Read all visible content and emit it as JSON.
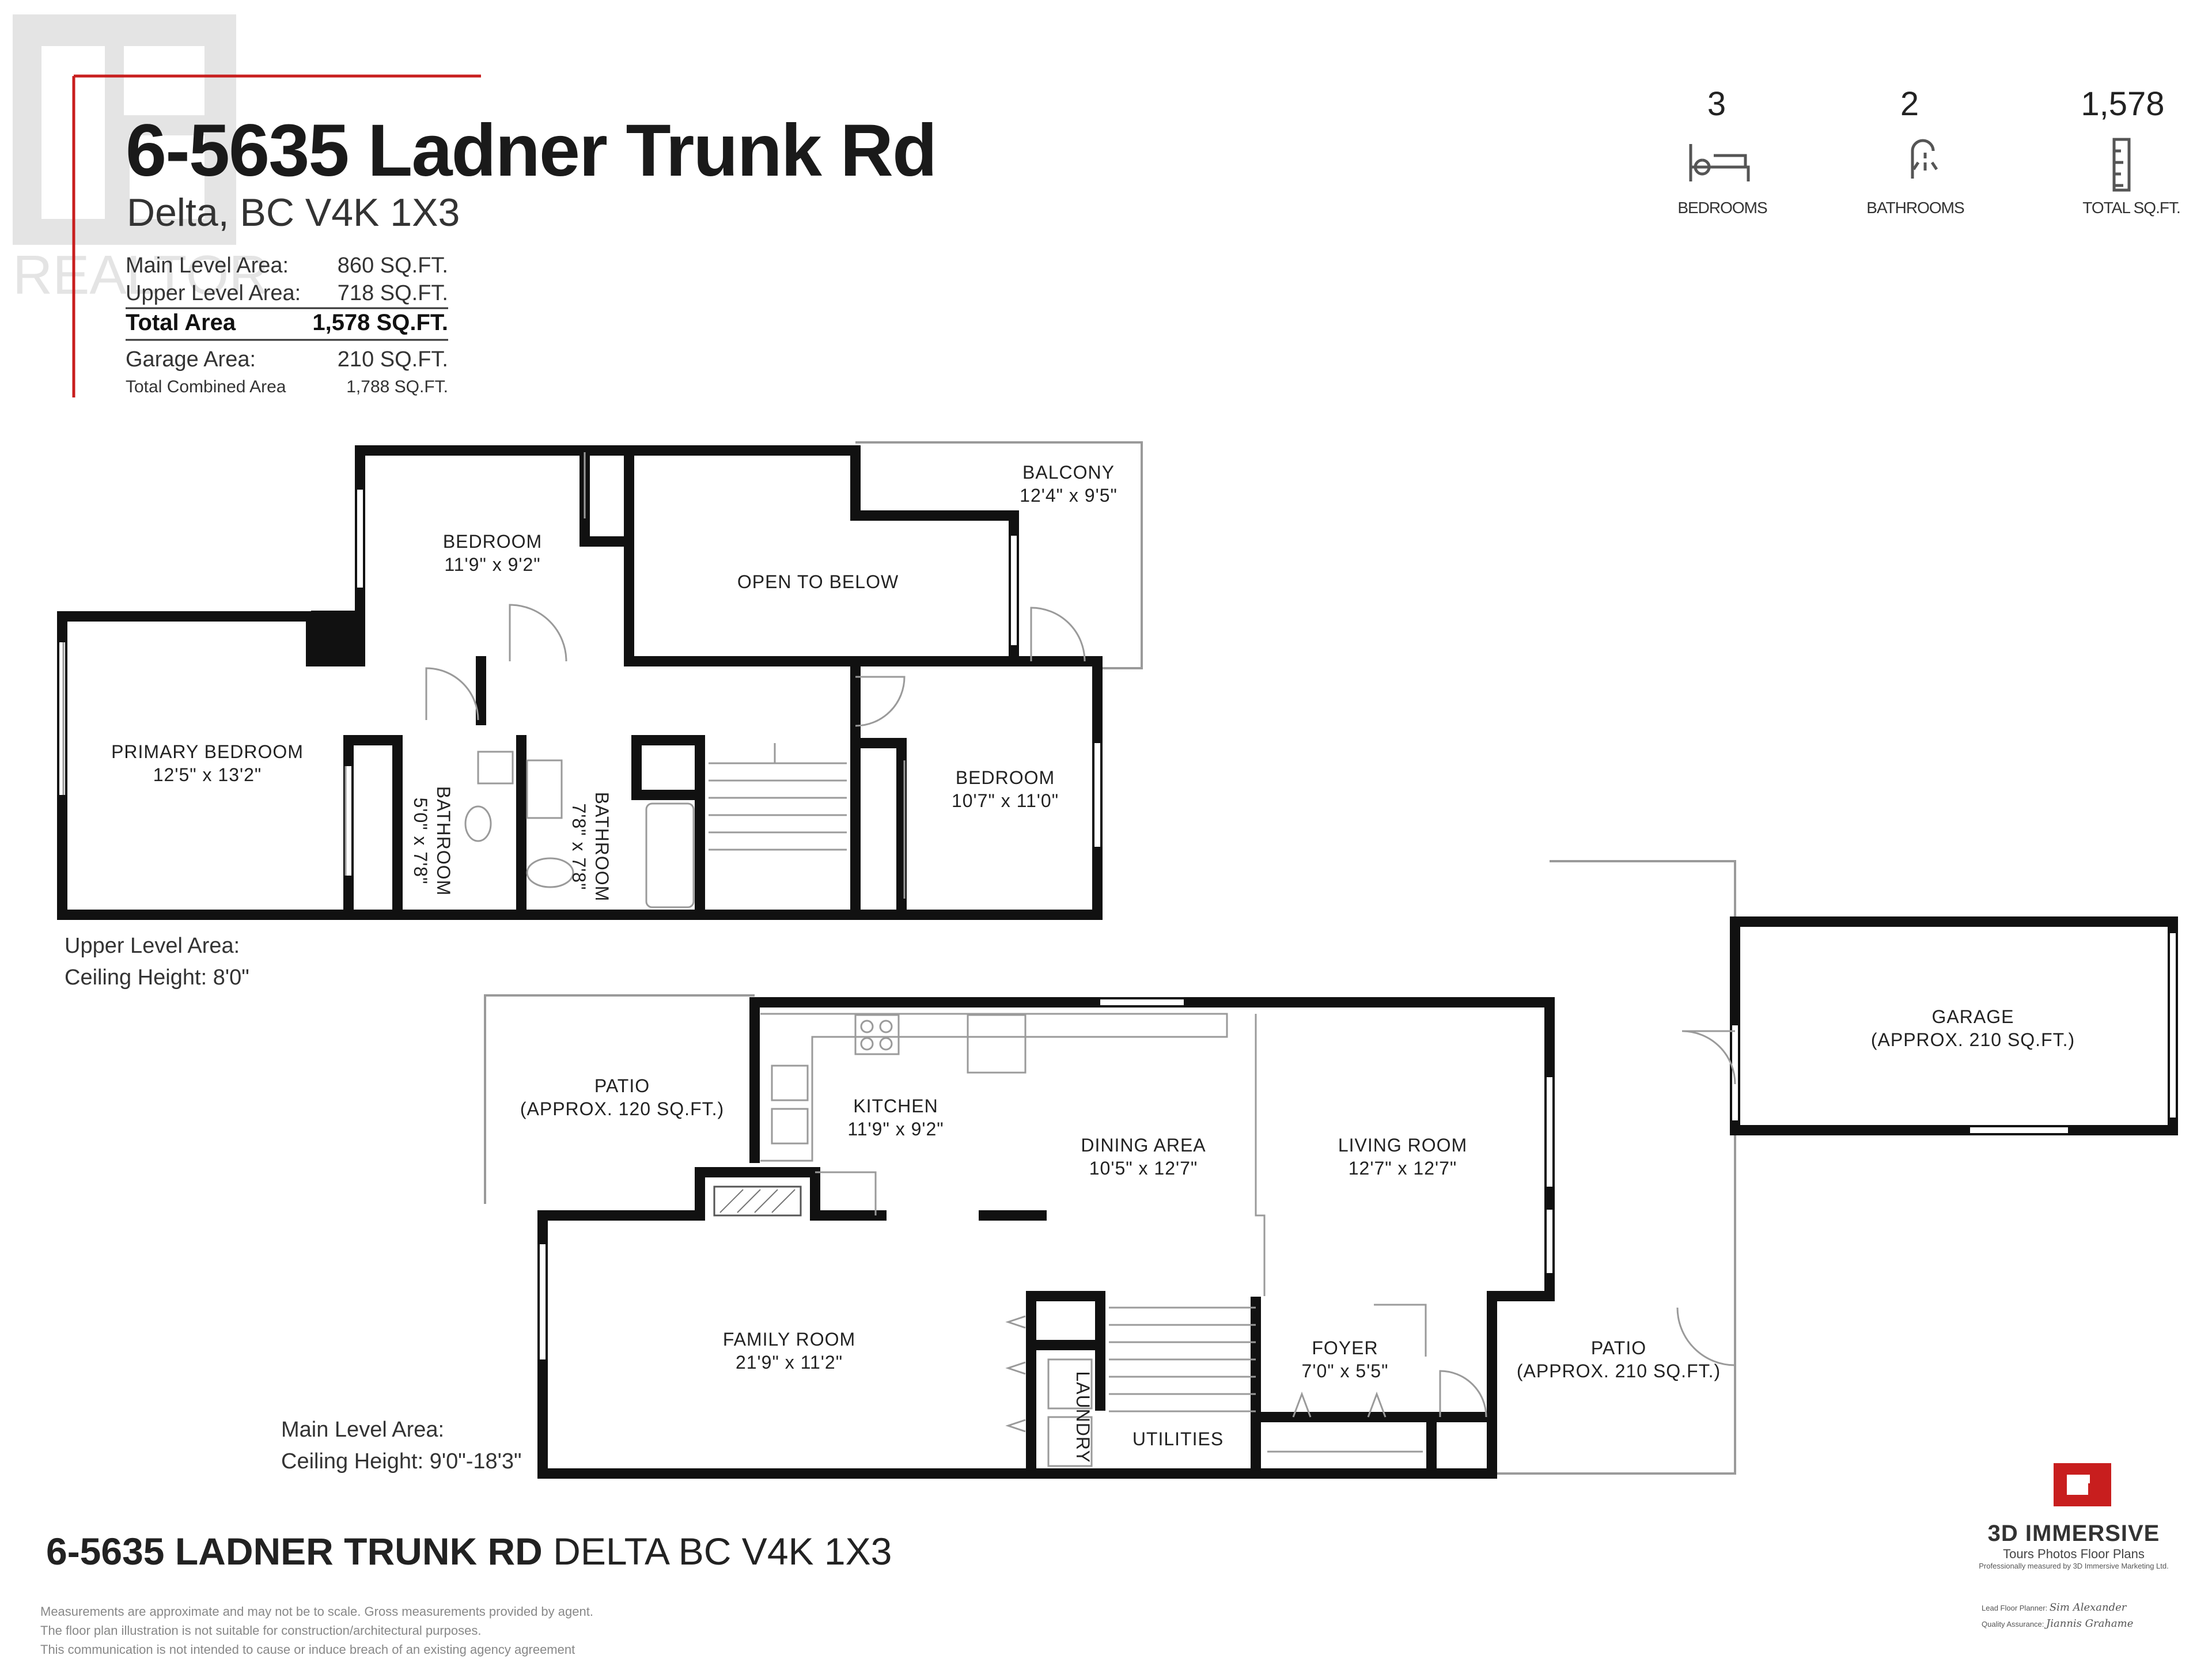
{
  "watermark": {
    "text": "REALTOR"
  },
  "header": {
    "title": "6-5635 Ladner Trunk Rd",
    "subtitle": "Delta, BC V4K 1X3",
    "areas": [
      {
        "label": "Main Level Area:",
        "value": "860 SQ.FT."
      },
      {
        "label": "Upper Level Area:",
        "value": "718 SQ.FT."
      },
      {
        "label": "Total Area",
        "value": "1,578 SQ.FT."
      },
      {
        "label": "Garage Area:",
        "value": "210 SQ.FT."
      },
      {
        "label": "Total Combined Area",
        "value": "1,788 SQ.FT."
      }
    ]
  },
  "stats": [
    {
      "value": "3",
      "label": "BEDROOMS",
      "icon": "bed-icon"
    },
    {
      "value": "2",
      "label": "BATHROOMS",
      "icon": "shower-icon"
    },
    {
      "value": "1,578",
      "label": "TOTAL SQ.FT.",
      "icon": "ruler-icon"
    }
  ],
  "upper_level": {
    "rooms": {
      "balcony": {
        "name": "BALCONY",
        "dims": "12'4\" x 9'5\""
      },
      "bedroom_a": {
        "name": "BEDROOM",
        "dims": "11'9\" x 9'2\""
      },
      "open_to_below": {
        "name": "OPEN TO BELOW"
      },
      "primary_bedroom": {
        "name": "PRIMARY BEDROOM",
        "dims": "12'5\" x 13'2\""
      },
      "bathroom_a": {
        "name": "BATHROOM",
        "dims": "5'0\" x 7'8\""
      },
      "bathroom_b": {
        "name": "BATHROOM",
        "dims": "7'8\" x 7'8\""
      },
      "bedroom_b": {
        "name": "BEDROOM",
        "dims": "10'7\" x 11'0\""
      }
    },
    "note": {
      "area": "Upper Level Area:",
      "ceiling": "Ceiling Height: 8'0\""
    }
  },
  "main_level": {
    "rooms": {
      "patio_a": {
        "name": "PATIO",
        "dims": "(APPROX. 120 SQ.FT.)"
      },
      "kitchen": {
        "name": "KITCHEN",
        "dims": "11'9\" x 9'2\""
      },
      "dining": {
        "name": "DINING AREA",
        "dims": "10'5\" x 12'7\""
      },
      "living": {
        "name": "LIVING ROOM",
        "dims": "12'7\" x 12'7\""
      },
      "garage": {
        "name": "GARAGE",
        "dims": "(APPROX. 210 SQ.FT.)"
      },
      "family": {
        "name": "FAMILY ROOM",
        "dims": "21'9\" x 11'2\""
      },
      "foyer": {
        "name": "FOYER",
        "dims": "7'0\" x 5'5\""
      },
      "patio_b": {
        "name": "PATIO",
        "dims": "(APPROX. 210 SQ.FT.)"
      },
      "laundry": {
        "name": "LAUNDRY"
      },
      "utilities": {
        "name": "UTILITIES"
      }
    },
    "note": {
      "area": "Main Level Area:",
      "ceiling": "Ceiling Height: 9'0\"-18'3\""
    }
  },
  "footer": {
    "address_bold": "6-5635 LADNER TRUNK RD",
    "address_rest": " DELTA BC  V4K 1X3",
    "disclaimer": [
      "Measurements are approximate and may not be to scale. Gross measurements provided by agent.",
      "The floor plan illustration is not suitable for construction/architectural purposes.",
      "This communication is not intended to cause or induce breach of an existing agency agreement"
    ]
  },
  "brand": {
    "name": "3D IMMERSIVE",
    "tagline": "Tours  Photos  Floor Plans",
    "measured_by": "Professionally measured by 3D Immersive Marketing Ltd.",
    "planner_label": "Lead Floor Planner:",
    "planner_name": "Sim Alexander",
    "qa_label": "Quality Assurance:",
    "qa_name": "Jiannis Grahame"
  },
  "colors": {
    "wall": "#111111",
    "outline": "#9a9a9a",
    "accent": "#c81e1e",
    "watermark": "#cfcfcf"
  }
}
